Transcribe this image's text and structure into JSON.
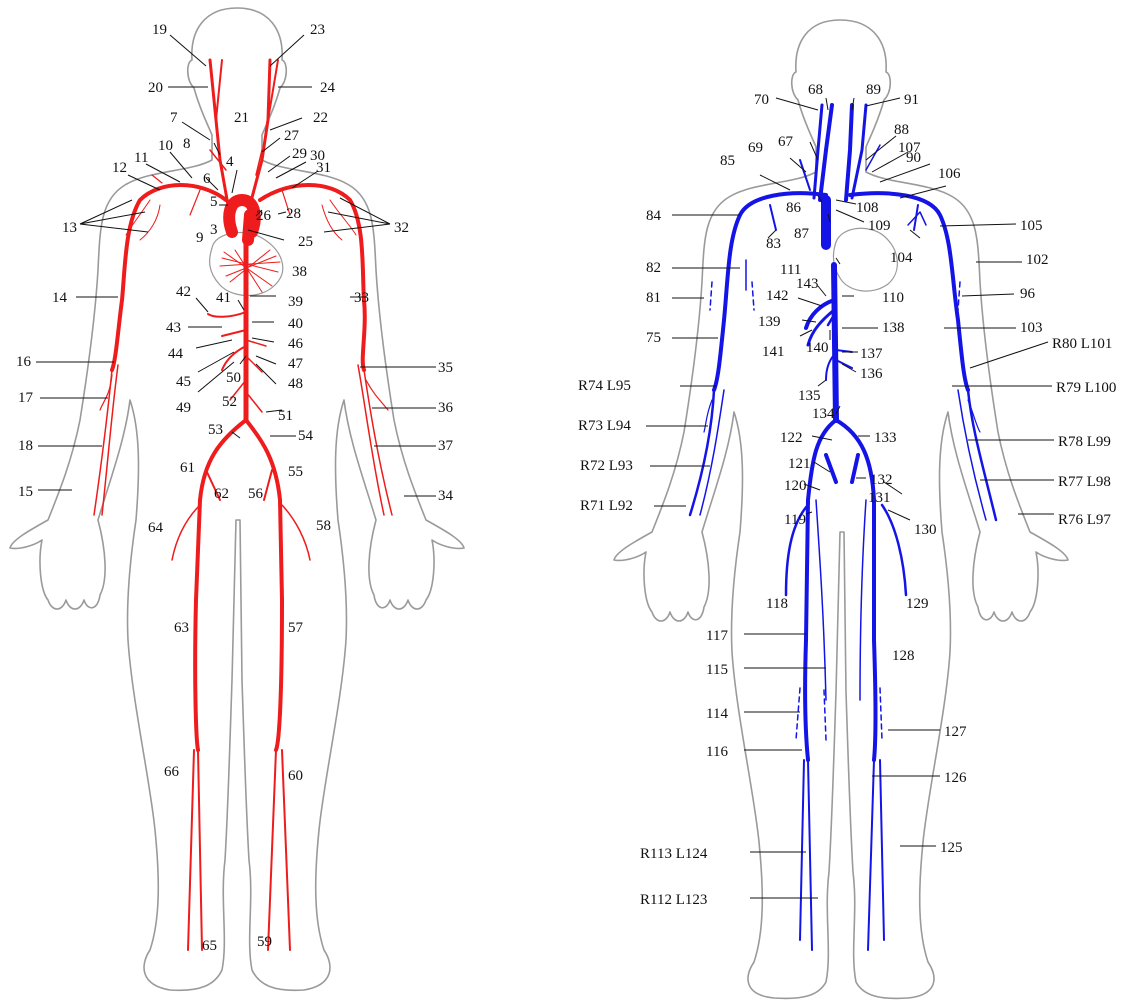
{
  "colors": {
    "arteries": "#ee1c1c",
    "veins": "#1414e6",
    "outline": "#9a9a9a",
    "text": "#111111"
  },
  "arterial_labels": [
    "19",
    "23",
    "20",
    "24",
    "7",
    "21",
    "22",
    "8",
    "27",
    "10",
    "29",
    "30",
    "11",
    "4",
    "31",
    "12",
    "6",
    "5",
    "26",
    "28",
    "13",
    "32",
    "3",
    "9",
    "25",
    "38",
    "42",
    "14",
    "41",
    "39",
    "33",
    "43",
    "40",
    "44",
    "46",
    "16",
    "45",
    "47",
    "35",
    "50",
    "48",
    "49",
    "52",
    "17",
    "51",
    "36",
    "53",
    "54",
    "18",
    "37",
    "61",
    "55",
    "15",
    "62",
    "56",
    "34",
    "64",
    "58",
    "63",
    "57",
    "66",
    "60",
    "65",
    "59"
  ],
  "venous_labels": [
    "68",
    "89",
    "70",
    "91",
    "88",
    "67",
    "107",
    "69",
    "90",
    "85",
    "106",
    "86",
    "108",
    "84",
    "87",
    "109",
    "83",
    "105",
    "104",
    "111",
    "102",
    "82",
    "143",
    "110",
    "142",
    "96",
    "81",
    "139",
    "138",
    "103",
    "141",
    "140",
    "75",
    "137",
    "R80 L101",
    "136",
    "R74 L95",
    "135",
    "R79 L100",
    "134",
    "R73 L94",
    "122",
    "133",
    "R78 L99",
    "R72 L93",
    "121",
    "132",
    "120",
    "131",
    "R77 L98",
    "R71 L92",
    "119",
    "130",
    "R76 L97",
    "118",
    "129",
    "117",
    "128",
    "115",
    "114",
    "127",
    "116",
    "126",
    "R113 L124",
    "125",
    "R112 L123"
  ]
}
